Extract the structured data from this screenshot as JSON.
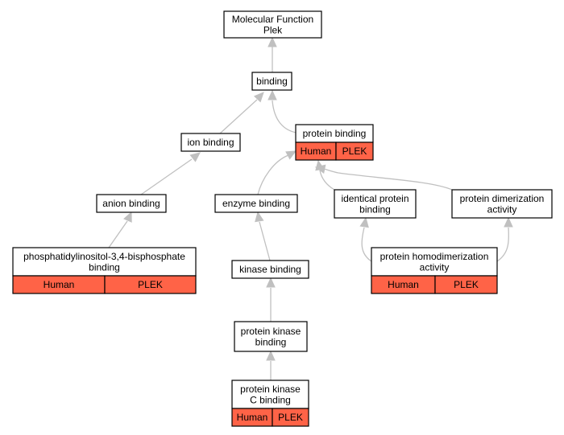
{
  "nodes": {
    "molecular_function": {
      "lines": [
        "Molecular Function",
        "Plek"
      ]
    },
    "binding": {
      "lines": [
        "binding"
      ]
    },
    "protein_binding": {
      "lines": [
        "protein binding"
      ],
      "annotations": [
        "Human",
        "PLEK"
      ]
    },
    "ion_binding": {
      "lines": [
        "ion binding"
      ]
    },
    "anion_binding": {
      "lines": [
        "anion binding"
      ]
    },
    "enzyme_binding": {
      "lines": [
        "enzyme binding"
      ]
    },
    "identical_protein_binding": {
      "lines": [
        "identical protein",
        "binding"
      ]
    },
    "protein_dimerization_activity": {
      "lines": [
        "protein dimerization",
        "activity"
      ]
    },
    "pip2_binding": {
      "lines": [
        "phosphatidylinositol-3,4-bisphosphate",
        "binding"
      ],
      "annotations": [
        "Human",
        "PLEK"
      ]
    },
    "protein_homodimerization_activity": {
      "lines": [
        "protein homodimerization",
        "activity"
      ],
      "annotations": [
        "Human",
        "PLEK"
      ]
    },
    "kinase_binding": {
      "lines": [
        "kinase binding"
      ]
    },
    "protein_kinase_binding": {
      "lines": [
        "protein kinase",
        "binding"
      ]
    },
    "protein_kinase_c_binding": {
      "lines": [
        "protein kinase",
        "C binding"
      ],
      "annotations": [
        "Human",
        "PLEK"
      ]
    }
  },
  "edges": [
    {
      "from": "binding",
      "to": "molecular_function"
    },
    {
      "from": "ion_binding",
      "to": "binding"
    },
    {
      "from": "protein_binding",
      "to": "binding"
    },
    {
      "from": "anion_binding",
      "to": "ion_binding"
    },
    {
      "from": "pip2_binding",
      "to": "anion_binding"
    },
    {
      "from": "enzyme_binding",
      "to": "protein_binding"
    },
    {
      "from": "identical_protein_binding",
      "to": "protein_binding"
    },
    {
      "from": "protein_dimerization_activity",
      "to": "protein_binding"
    },
    {
      "from": "kinase_binding",
      "to": "enzyme_binding"
    },
    {
      "from": "protein_kinase_binding",
      "to": "kinase_binding"
    },
    {
      "from": "protein_kinase_c_binding",
      "to": "protein_kinase_binding"
    },
    {
      "from": "protein_homodimerization_activity",
      "to": "identical_protein_binding"
    },
    {
      "from": "protein_homodimerization_activity",
      "to": "protein_dimerization_activity"
    }
  ],
  "colors": {
    "annotation_fill": "#ff6347",
    "edge": "#c0c0c0",
    "border": "#000000"
  }
}
